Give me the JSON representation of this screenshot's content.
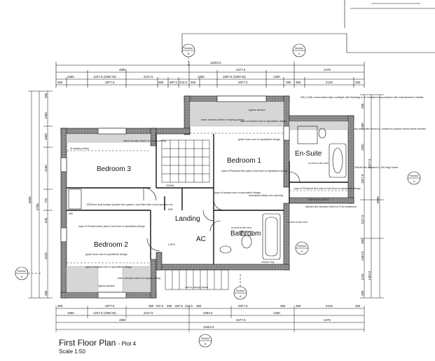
{
  "drawing": {
    "title": "First Floor Plan",
    "title_suffix": "- Plot 4",
    "scale": "Scale 1:50"
  },
  "rooms": {
    "bedroom_1": "Bedroom 1",
    "bedroom_2": "Bedroom 2",
    "bedroom_3": "Bedroom 3",
    "en_suite": "En-Suite",
    "landing": "Landing",
    "bathroom": "Bathroom",
    "ac": "AC",
    "rat": "RAT",
    "cups": "CUPS",
    "down": "DOWN",
    "cupboard_450": "450"
  },
  "notes": {
    "hatch_sloping_1": "hatch denotes extent of sloping ceiling",
    "egress_window": "egress window",
    "span_trusses_1": "span of trusses over to specialist's design",
    "girder_truss_1": "girder truss over to specialist's design",
    "of_sloping_ceiling": "of sloping ceiling",
    "span_posistrut_1": "span of Posistrut floor joist to first floor to specialist's design",
    "span_trusses_2": "span of trusses over to specialist's design",
    "downstand_detail": "downstand detail over opening",
    "insulation_note": "Ø225mm (int) holdare junction flue system, void filled with Leca insulation etc",
    "span_posistrut_2": "span of Posistrut floor joist to first floor to specialist's design",
    "girder_truss_2": "girder truss over to specialist's design",
    "span_trusses_3": "span of trusses over to specialist's design",
    "hatch_sloping_2": "hatch denotes extent of sloping ceiling",
    "egress_window_2": "egress window",
    "conservation_note": "250 (1.0M) conservation style rooflights with flashings to be installed in accordance with manufacturer's details",
    "posistrut_ensuite": "span of Posistrut floor joist to first floor to specialist's design",
    "dressing_area": "DRESSING AREA",
    "dashed_line_note": "dashed line denotes extent of 2.0m headroom",
    "hatch_sloping_3": "hatch denotes extent of sloping ceiling",
    "mv_vent_1": "m.vent to the vent",
    "mv_vent_2": "m.vent to the vent",
    "mv_vent_3": "m.vent to the vent",
    "rwp_gutter": "rwp and gutter boxed in, created to position below where desired",
    "fan_note": "150x90 fan adjacent to 150 edge beam",
    "shower_tray": "shower tray",
    "roof_to_canopy": "roof to canopy below"
  },
  "dimensions": {
    "top_overall": "11802.5",
    "top_row1": [
      "4850",
      "4377.5",
      "2475"
    ],
    "top_row2": [
      "1565",
      "1247.5 (1050 W)",
      "2137.5",
      "1260",
      "1697.5 (1050 W)",
      "1260"
    ],
    "top_row3": [
      "350",
      "2877.5",
      "350",
      "687.5",
      "422.5",
      "350",
      "2877.5",
      "350"
    ],
    "top_row3b": [
      "350",
      "2125",
      "350"
    ],
    "bottom_row1": [
      "350",
      "2877.5",
      "350",
      "787.5",
      "350",
      "687.5",
      "422.5",
      "350",
      "2877.5",
      "350",
      "350",
      "2125",
      "350"
    ],
    "bottom_row2": [
      "1565",
      "1247.5 (1050 W)",
      "2137.5",
      "2282.5",
      "1260"
    ],
    "bottom_row3": [
      "4850",
      "4377.5",
      "2475"
    ],
    "bottom_overall": "11802.5",
    "left_outer": [
      "8590",
      "6780"
    ],
    "left_inner": [
      "350",
      "1350",
      "1000",
      "2150",
      "715",
      "625",
      "3225",
      "350"
    ],
    "right_outer": [
      "8590",
      "4377.5",
      "1462.5"
    ],
    "right_inner": [
      "350",
      "1350",
      "1000",
      "1827.5",
      "1127.5",
      "350",
      "1462.5",
      "1125",
      "350"
    ]
  },
  "section_markers": {
    "section_label": "Section",
    "a": "A",
    "b": "B",
    "c": "C",
    "d": "D"
  },
  "colors": {
    "wall_fill": "#8c8c8c",
    "line": "#111111",
    "background": "#ffffff"
  }
}
